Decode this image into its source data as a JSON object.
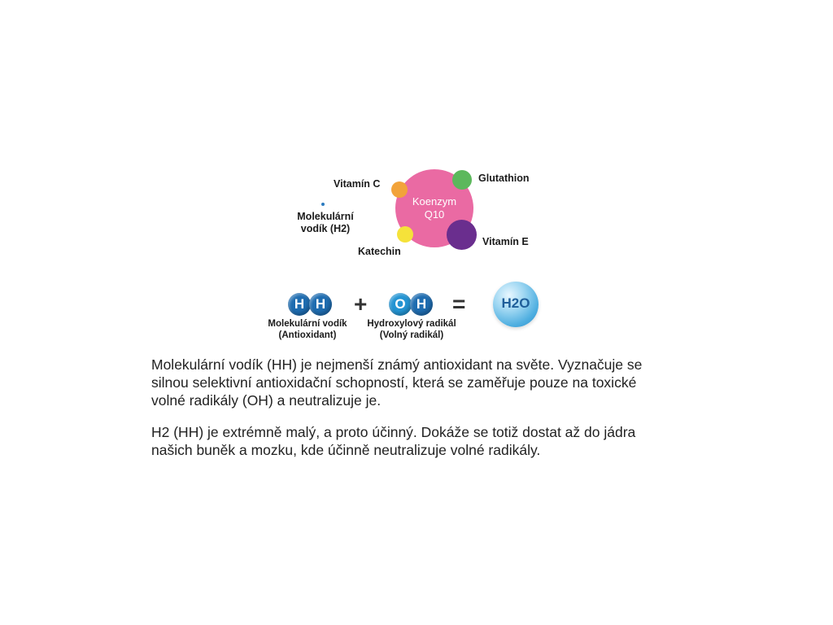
{
  "diagram": {
    "center": {
      "label_line1": "Koenzym",
      "label_line2": "Q10",
      "color": "#ea6aa3"
    },
    "satellites": [
      {
        "name": "Vitamín C",
        "color": "#f2a33a"
      },
      {
        "name": "Glutathion",
        "color": "#5cb85c"
      },
      {
        "name": "Vitamín E",
        "color": "#6a2e8e"
      },
      {
        "name": "Katechin",
        "color": "#f5e23a"
      }
    ],
    "hydrogen": {
      "label_line1": "Molekulární",
      "label_line2": "vodík (H2)",
      "color": "#2b7bbf"
    }
  },
  "equation": {
    "left": {
      "atoms": [
        "H",
        "H"
      ],
      "caption_line1": "Molekulární vodík",
      "caption_line2": "(Antioxidant)"
    },
    "operator_plus": "+",
    "middle": {
      "atoms": [
        "O",
        "H"
      ],
      "caption_line1": "Hydroxylový radikál",
      "caption_line2": "(Volný radikál)"
    },
    "operator_equals": "=",
    "result": "H2O"
  },
  "text": {
    "paragraph1": "Molekulární vodík (HH) je nejmenší známý antioxidant na světe. Vyznačuje se\nsilnou selektivní antioxidační schopností, která se zaměřuje pouze na toxické\nvolné radikály (OH) a neutralizuje je.",
    "paragraph2": "H2 (HH) je extrémně malý, a proto účinný.  Dokáže se totiž dostat až do jádra\nnašich buněk a mozku, kde účinně neutralizuje volné radikály."
  }
}
